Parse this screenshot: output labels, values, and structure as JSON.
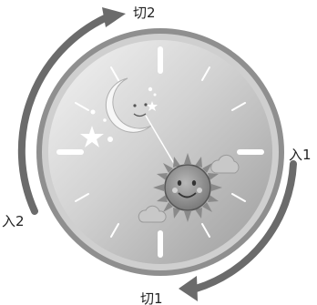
{
  "labels": {
    "off_top": "切2",
    "on_right": "入1",
    "on_left": "入2",
    "off_bottom": "切1"
  },
  "colors": {
    "arrow": "#6b6b6b",
    "bezel_outer": "#8f8f8f",
    "bezel_inner": "#cfcfcf",
    "face_light": "#f2f2f2",
    "face_dark": "#9a9a9a",
    "tick": "#ffffff",
    "sun": "#8a8a8a",
    "moon": "#f7f7f7",
    "cloud": "#c8c8c8"
  },
  "icons": {
    "moon": "moon-face-icon",
    "sun": "sun-face-icon",
    "cloud": "cloud-icon",
    "star": "star-icon"
  }
}
